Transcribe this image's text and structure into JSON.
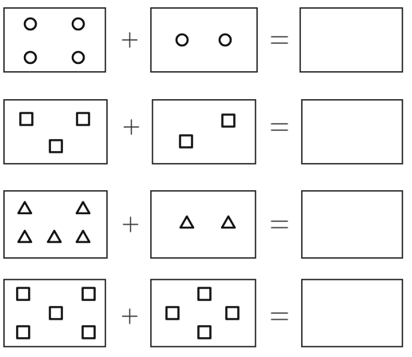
{
  "worksheet": {
    "rows": [
      {
        "left": {
          "shape": "circle",
          "count": 4
        },
        "right": {
          "shape": "circle",
          "count": 2
        },
        "operator": "plus",
        "relation": "equals",
        "answer_count": 0
      },
      {
        "left": {
          "shape": "square",
          "count": 3
        },
        "right": {
          "shape": "square",
          "count": 2
        },
        "operator": "plus",
        "relation": "equals",
        "answer_count": 0
      },
      {
        "left": {
          "shape": "triangle",
          "count": 5
        },
        "right": {
          "shape": "triangle",
          "count": 2
        },
        "operator": "plus",
        "relation": "equals",
        "answer_count": 0
      },
      {
        "left": {
          "shape": "square",
          "count": 5
        },
        "right": {
          "shape": "square",
          "count": 4
        },
        "operator": "plus",
        "relation": "equals",
        "answer_count": 0
      }
    ]
  }
}
